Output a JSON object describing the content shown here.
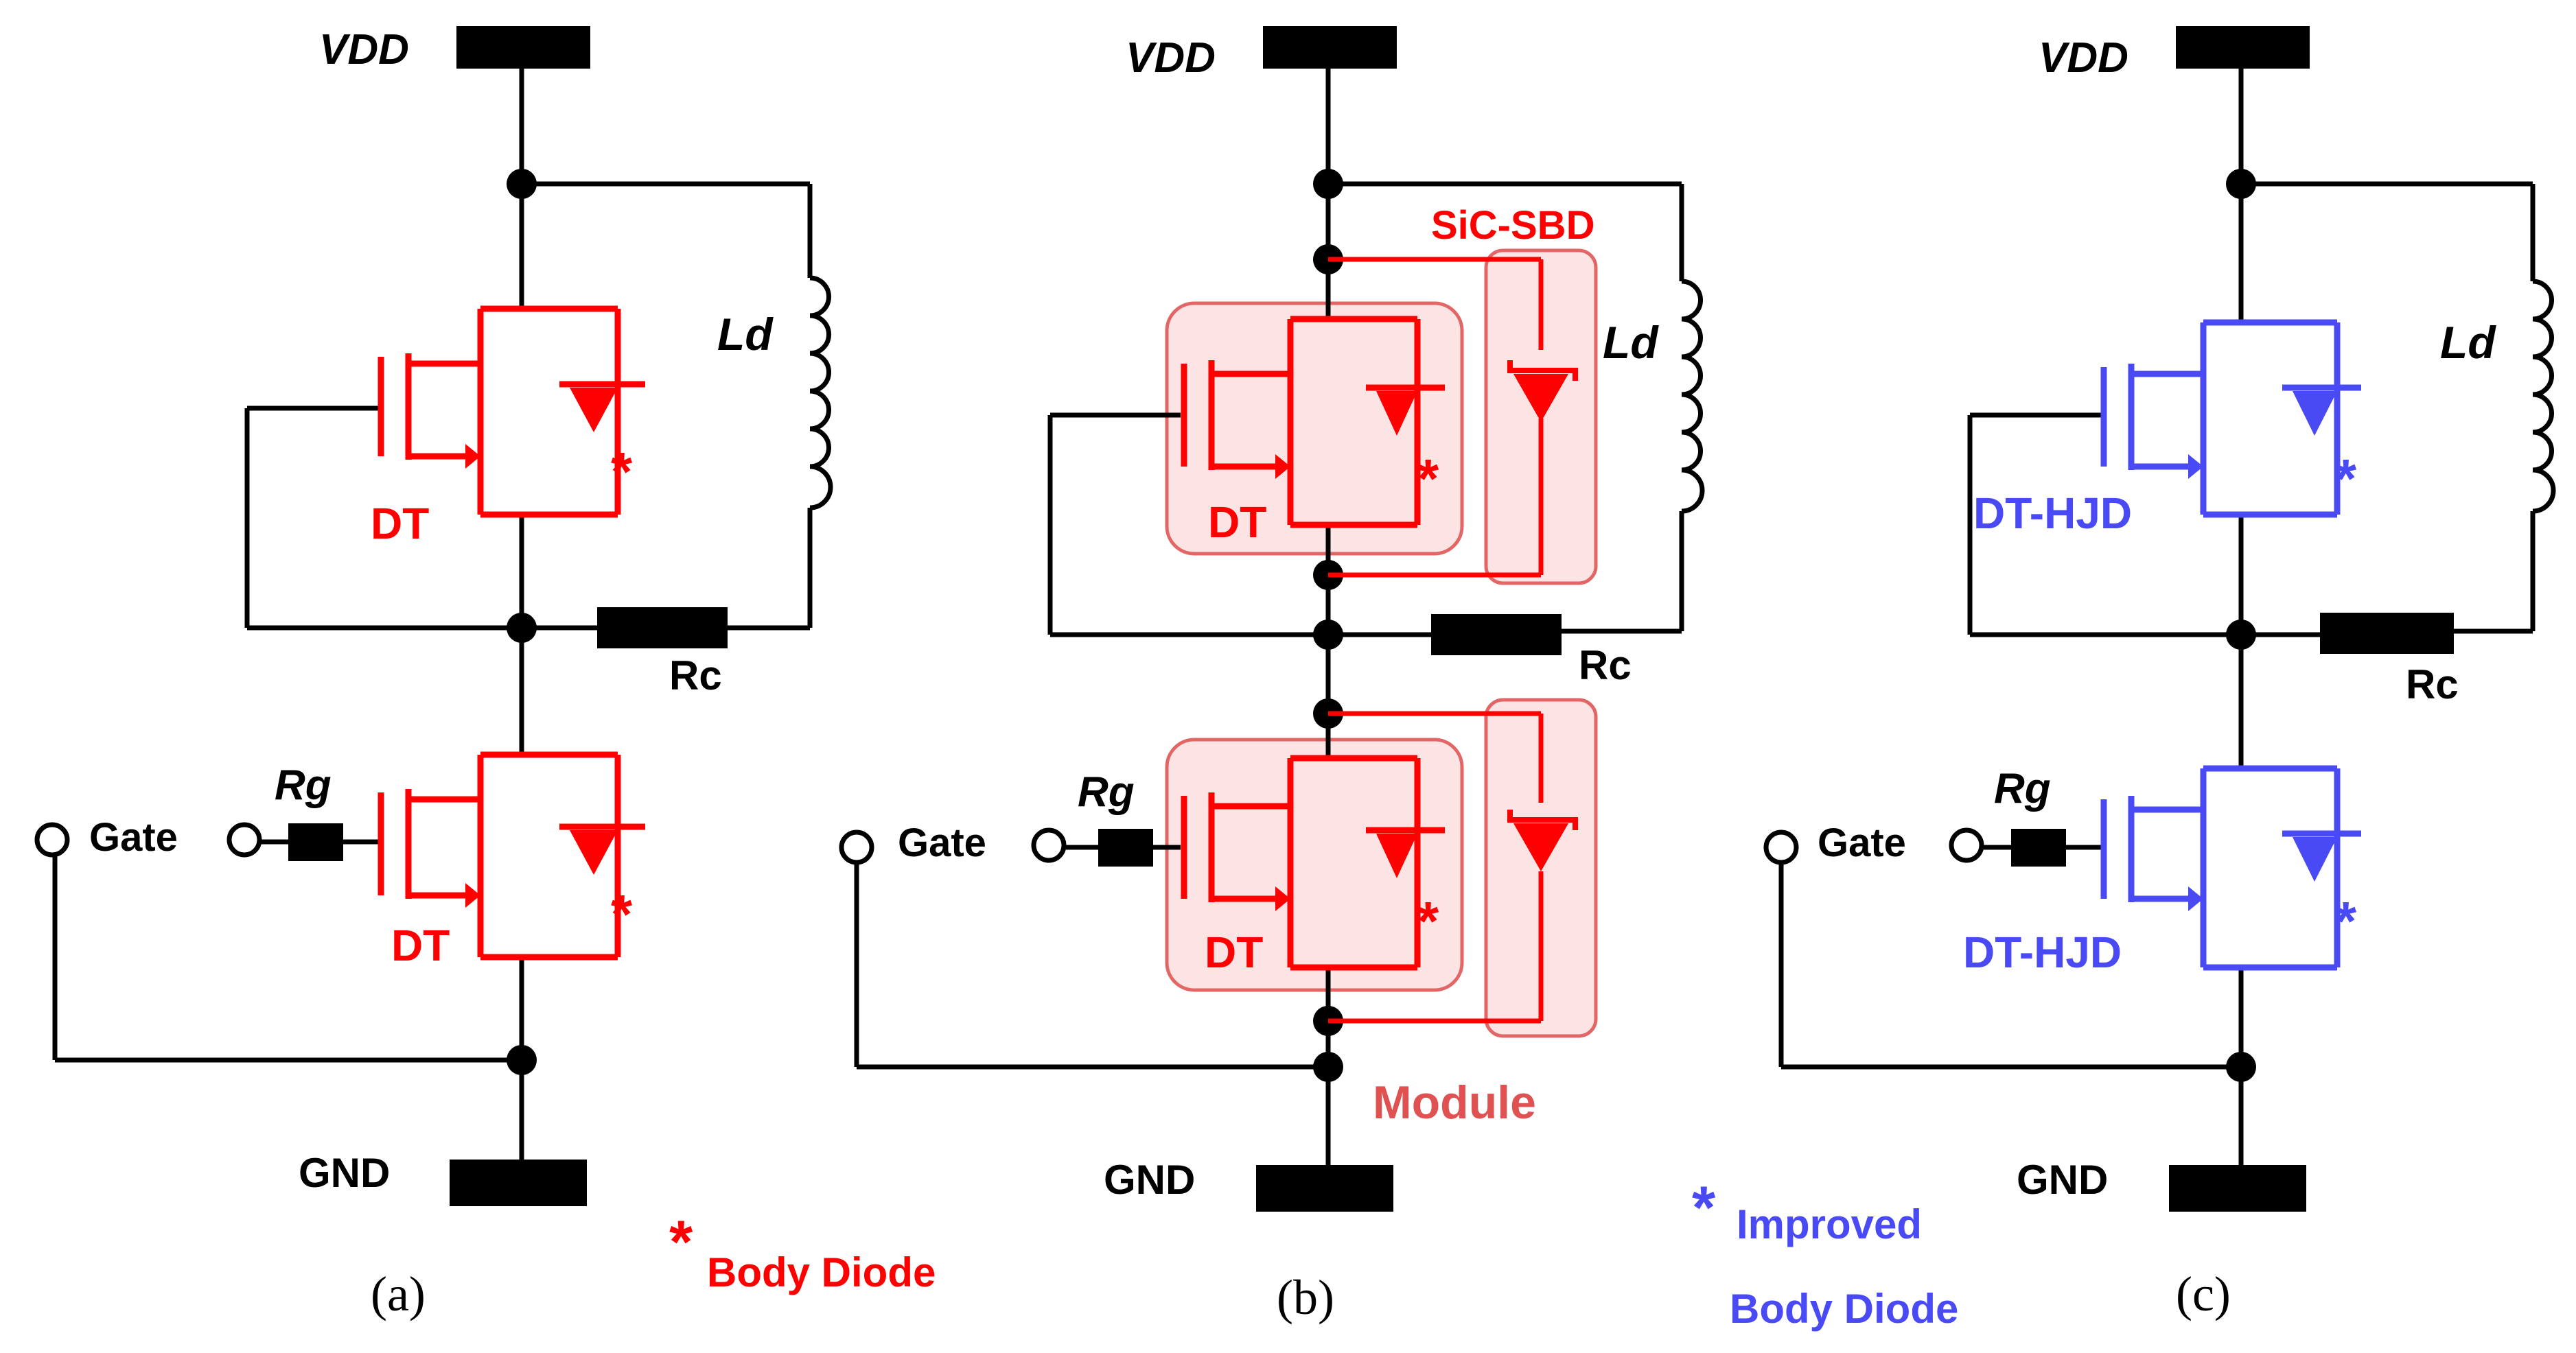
{
  "colors": {
    "wire": "#000000",
    "dt": "#ff0000",
    "hjd": "#4a4af5",
    "module_fill": "#fde4e4",
    "module_stroke": "#e36666",
    "module_text": "#e05252"
  },
  "labels": {
    "vdd": "VDD",
    "gnd": "GND",
    "ld": "Ld",
    "rc": "Rc",
    "rg": "Rg",
    "gate": "Gate",
    "dt": "DT",
    "dt_hjd": "DT-HJD",
    "sic_sbd": "SiC-SBD",
    "module": "Module",
    "asterisk": "*"
  },
  "legend": {
    "body_diode": "Body Diode",
    "improved_line1": "Improved",
    "improved_line2": "Body Diode"
  },
  "captions": {
    "a": "(a)",
    "b": "(b)",
    "c": "(c)"
  }
}
